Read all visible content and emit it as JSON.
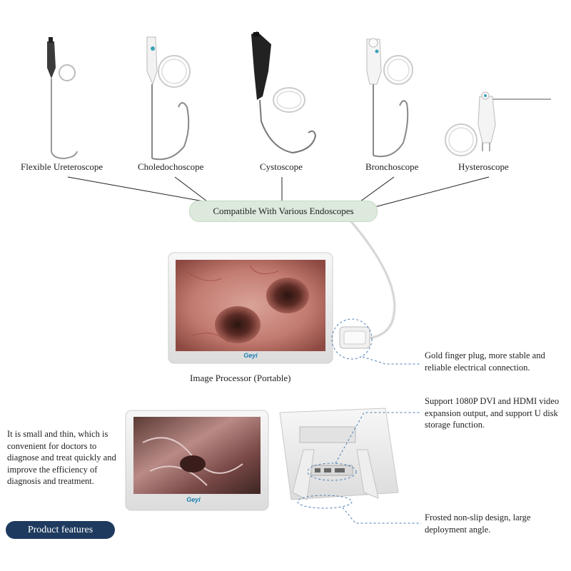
{
  "endoscopes": [
    {
      "label": "Flexible Ureteroscope"
    },
    {
      "label": "Choledochoscope"
    },
    {
      "label": "Cystoscope"
    },
    {
      "label": "Bronchoscope"
    },
    {
      "label": "Hysteroscope"
    }
  ],
  "compatible_label": "Compatible With Various Endoscopes",
  "processor_label": "Image Processor (Portable)",
  "brand_logo": "Geyi",
  "features": {
    "gold_finger": "Gold finger plug, more stable and reliable electrical connection.",
    "video_output": "Support 1080P DVI and HDMI video expansion output, and support U disk storage function.",
    "frosted": "Frosted non-slip design, large deployment angle.",
    "small_thin": "It is small and thin, which is convenient for doctors to diagnose and treat quickly and improve the efficiency of diagnosis and treatment."
  },
  "badge_label": "Product features",
  "colors": {
    "pill_bg": "#dce9dc",
    "badge_bg": "#1e3a5f",
    "dash_line": "#4a7fb5"
  }
}
